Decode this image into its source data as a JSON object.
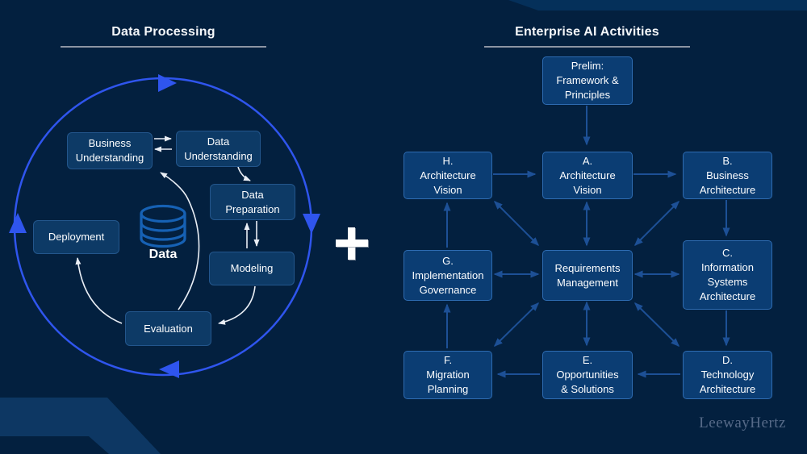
{
  "left_panel": {
    "title": "Data Processing",
    "center": {
      "icon": "database-icon",
      "label": "Data"
    },
    "nodes": [
      {
        "id": "business-understanding",
        "label": "Business\nUnderstanding"
      },
      {
        "id": "data-understanding",
        "label": "Data\nUnderstanding"
      },
      {
        "id": "data-preparation",
        "label": "Data\nPreparation"
      },
      {
        "id": "modeling",
        "label": "Modeling"
      },
      {
        "id": "evaluation",
        "label": "Evaluation"
      },
      {
        "id": "deployment",
        "label": "Deployment"
      }
    ],
    "cycle_arrows": [
      "clockwise-top",
      "clockwise-right",
      "clockwise-bottom",
      "clockwise-left"
    ]
  },
  "plus_sign": "+",
  "right_panel": {
    "title": "Enterprise AI Activities",
    "nodes": [
      {
        "id": "prelim",
        "label": "Prelim:\nFramework &\nPrinciples"
      },
      {
        "id": "h-architecture-vision",
        "label": "H.\nArchitecture\nVision"
      },
      {
        "id": "a-architecture-vision",
        "label": "A.\nArchitecture\nVision"
      },
      {
        "id": "b-business-architecture",
        "label": "B.\nBusiness\nArchitecture"
      },
      {
        "id": "g-implementation-governance",
        "label": "G.\nImplementation\nGovernance"
      },
      {
        "id": "requirements-management",
        "label": "Requirements\nManagement"
      },
      {
        "id": "c-information-systems-architecture",
        "label": "C.\nInformation\nSystems\nArchitecture"
      },
      {
        "id": "f-migration-planning",
        "label": "F.\nMigration\nPlanning"
      },
      {
        "id": "e-opportunities-solutions",
        "label": "E.\nOpportunities\n& Solutions"
      },
      {
        "id": "d-technology-architecture",
        "label": "D.\nTechnology\nArchitecture"
      }
    ],
    "flow": [
      "Prelim → A",
      "H → A",
      "A → B",
      "B → C",
      "C → D",
      "D → E",
      "E → F",
      "F → G",
      "G → H",
      "Requirements ↔ A",
      "Requirements ↔ B",
      "Requirements ↔ C",
      "Requirements ↔ D",
      "Requirements ↔ E",
      "Requirements ↔ F",
      "Requirements ↔ G",
      "Requirements ↔ H"
    ]
  },
  "watermark": "LeewayHertz",
  "colors": {
    "background": "#03203f",
    "top_band": "#05305a",
    "bottom_band": "#0d3763",
    "left_box_fill": "#0d3a66",
    "right_box_fill": "#0b3d73",
    "right_box_border": "#2e6cb2",
    "cycle_blue": "#2f55ee",
    "flow_arrow_blue": "#1d5096",
    "white_arrow": "#e9eef5",
    "underline_gray": "#8d95a3",
    "db_icon_blue": "#1661b4",
    "watermark_gray": "#566a88"
  }
}
